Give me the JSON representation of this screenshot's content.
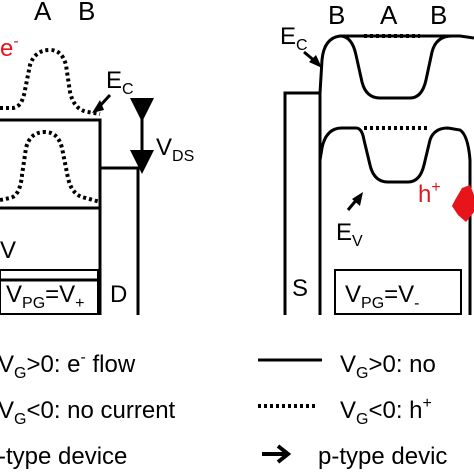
{
  "left_panel": {
    "region_a": "A",
    "region_b": "B",
    "electron": "e",
    "electron_sup": "-",
    "ec_main": "E",
    "ec_sub": "C",
    "vds_main": "V",
    "vds_sub": "DS",
    "ev_fragment": "V",
    "gate_box": {
      "pre": "",
      "v": "V",
      "sub": "PG",
      "eq": "=V",
      "sign": "+"
    },
    "drain": "D"
  },
  "right_panel": {
    "region_b1": "B",
    "region_a": "A",
    "region_b2": "B",
    "ec_main": "E",
    "ec_sub": "C",
    "hole": "h",
    "hole_sup": "+",
    "ev_main": "E",
    "ev_sub": "V",
    "source": "S",
    "gate_box": {
      "v": "V",
      "sub": "PG",
      "eq": "=V",
      "sign": "-"
    }
  },
  "legend": {
    "left": [
      {
        "v": "V",
        "sub": "G",
        "text": ">0: e",
        "sup": "-",
        "tail": " flow"
      },
      {
        "v": "V",
        "sub": "G",
        "text": "<0: no current",
        "sup": "",
        "tail": ""
      },
      {
        "v": "",
        "sub": "",
        "text": "-type device",
        "sup": "",
        "tail": ""
      }
    ],
    "right": [
      {
        "style": "solid",
        "v": "V",
        "sub": "G",
        "text": ">0: no"
      },
      {
        "style": "dotted",
        "v": "V",
        "sub": "G",
        "text": "<0: h",
        "sup": "+"
      },
      {
        "style": "arrow",
        "text": "p-type devic"
      }
    ]
  }
}
